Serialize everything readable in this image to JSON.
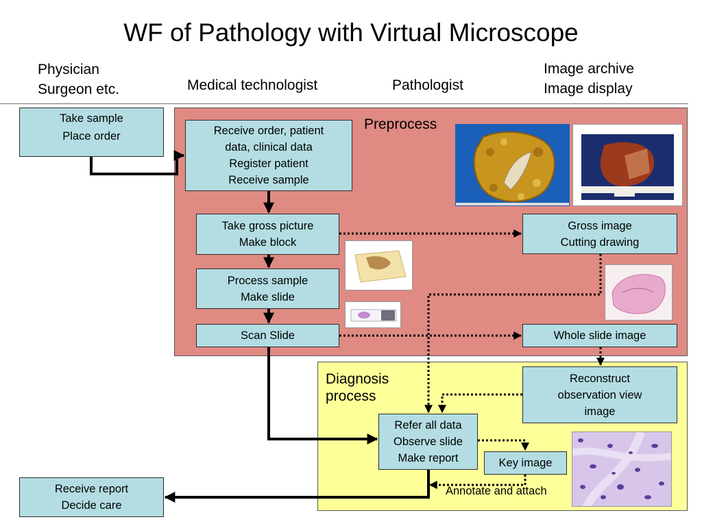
{
  "title": "WF of Pathology with Virtual Microscope",
  "roles": {
    "physician": [
      "Physician",
      "Surgeon etc."
    ],
    "technologist": "Medical technologist",
    "pathologist": "Pathologist",
    "archive": [
      "Image archive",
      "Image display"
    ]
  },
  "regions": {
    "preprocess": "Preprocess",
    "diagnosis": [
      "Diagnosis",
      "process"
    ]
  },
  "boxes": {
    "take_sample": [
      "Take sample",
      "Place order"
    ],
    "receive_order": [
      "Receive order, patient",
      "data, clinical data",
      "Register patient",
      "Receive sample"
    ],
    "gross_picture": [
      "Take gross picture",
      "Make block"
    ],
    "process_sample": [
      "Process sample",
      "Make slide"
    ],
    "scan_slide": [
      "Scan Slide"
    ],
    "gross_image": [
      "Gross image",
      "Cutting drawing"
    ],
    "whole_slide": [
      "Whole slide image"
    ],
    "reconstruct": [
      "Reconstruct",
      "observation view",
      "image"
    ],
    "refer_data": [
      "Refer all data",
      "Observe slide",
      "Make report"
    ],
    "key_image": [
      "Key image"
    ],
    "receive_report": [
      "Receive report",
      "Decide care"
    ]
  },
  "annotation": "Annotate and attach",
  "colors": {
    "preprocess_bg": "#df8a83",
    "diagnosis_bg": "#ffff99",
    "box_bg": "#b3dde2"
  }
}
